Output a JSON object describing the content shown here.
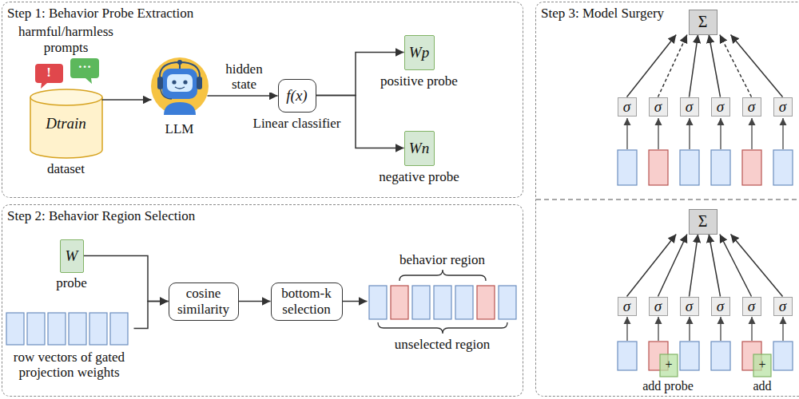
{
  "diagram": {
    "nodes": [
      {
        "text": [
          "Step 1: Behavior Probe Extraction"
        ]
      },
      {
        "text": [
          "Dtrain",
          "dataset"
        ],
        "in": 0
      },
      {
        "text": [
          "LLM"
        ],
        "in": 0
      },
      {
        "text": [
          "f(x)",
          "Linear classifier"
        ],
        "in": 0
      },
      {
        "text": [
          "Wp",
          "positive probe"
        ],
        "in": 0
      },
      {
        "text": [
          "Wn",
          "negative probe"
        ],
        "in": 0
      },
      {
        "text": [
          "Step 2: Behavior Region Selection"
        ]
      },
      {
        "text": [
          "W",
          "probe"
        ],
        "in": 6
      },
      {
        "text": [
          "row vectors of gated projection weights"
        ],
        "in": 6
      },
      {
        "text": [
          "cosine similarity"
        ],
        "in": 6
      },
      {
        "text": [
          "bottom-k selection"
        ],
        "in": 6
      },
      {
        "text": [
          "behavior region",
          "unselected region"
        ],
        "in": 6
      },
      {
        "text": [
          "Step 3: Model Surgery"
        ]
      },
      {
        "text": [
          "Σ"
        ],
        "in": 12
      },
      {
        "text": [
          "σ"
        ],
        "in": 12
      },
      {
        "text": [
          "σ"
        ],
        "in": 12
      },
      {
        "text": [
          "σ"
        ],
        "in": 12
      },
      {
        "text": [
          "σ"
        ],
        "in": 12
      },
      {
        "text": [
          "σ"
        ],
        "in": 12
      },
      {
        "text": [
          "σ"
        ],
        "in": 12
      },
      {
        "text": [
          "Σ"
        ],
        "in": 12
      },
      {
        "text": [
          "σ"
        ],
        "in": 12
      },
      {
        "text": [
          "σ"
        ],
        "in": 12
      },
      {
        "text": [
          "σ"
        ],
        "in": 12
      },
      {
        "text": [
          "σ"
        ],
        "in": 12
      },
      {
        "text": [
          "σ"
        ],
        "in": 12
      },
      {
        "text": [
          "σ"
        ],
        "in": 12
      }
    ],
    "edges": [
      {
        "from": 1,
        "to": 2,
        "arrow": "to"
      },
      {
        "from": 2,
        "to": 3,
        "label": "hidden state",
        "arrow": "to"
      },
      {
        "from": 3,
        "to": 4,
        "arrow": "to"
      },
      {
        "from": 3,
        "to": 5,
        "arrow": "to"
      },
      {
        "from": 7,
        "to": 9,
        "arrow": "to"
      },
      {
        "from": 8,
        "to": 9,
        "arrow": "to"
      },
      {
        "from": 9,
        "to": 10,
        "arrow": "to"
      },
      {
        "from": 10,
        "to": 11,
        "arrow": "to"
      },
      {
        "from": 14,
        "to": 13,
        "arrow": "to"
      },
      {
        "from": 15,
        "to": 13,
        "arrow": "to"
      },
      {
        "from": 16,
        "to": 13,
        "arrow": "to"
      },
      {
        "from": 17,
        "to": 13,
        "arrow": "to"
      },
      {
        "from": 18,
        "to": 13,
        "arrow": "to"
      },
      {
        "from": 19,
        "to": 13,
        "arrow": "to"
      },
      {
        "from": 21,
        "to": 20,
        "arrow": "to"
      },
      {
        "from": 22,
        "to": 20,
        "arrow": "to"
      },
      {
        "from": 23,
        "to": 20,
        "arrow": "to"
      },
      {
        "from": 24,
        "to": 20,
        "arrow": "to"
      },
      {
        "from": 25,
        "to": 20,
        "arrow": "to"
      },
      {
        "from": 26,
        "to": 20,
        "arrow": "to"
      }
    ],
    "labels": [
      "harmful/harmless prompts",
      "!",
      "···",
      "+",
      "+",
      "add probe",
      "add"
    ]
  }
}
